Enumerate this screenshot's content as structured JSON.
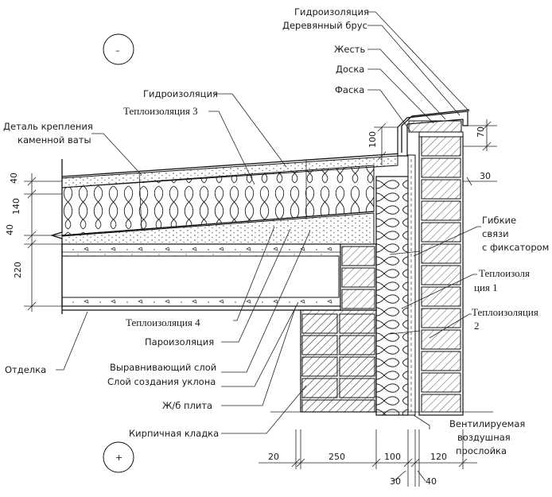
{
  "labels": {
    "top_gidro": "Гидроизоляция",
    "brus": "Деревянный брус",
    "zhest": "Жесть",
    "doska": "Доска",
    "faska": "Фаска",
    "roof_gidro": "Гидроизоляция",
    "teplo3": "Теплоизоляция 3",
    "detal_1": "Деталь крепления",
    "detal_2": "каменной ваты",
    "gibkie_1": "Гибкие",
    "gibkie_2": "связи",
    "gibkie_3": "с фиксатором",
    "teplo1_1": "Теплоизоля",
    "teplo1_2": "ция 1",
    "teplo2_1": "Теплоизоляция",
    "teplo2_2": "2",
    "teplo4": "Теплоизоляция 4",
    "paro": "Пароизоляция",
    "otdelka": "Отделка",
    "vyravn": "Выравнивающий слой",
    "uklon": "Слой создания уклона",
    "plita": "Ж/б плита",
    "kirpich": "Кирпичная кладка",
    "vent_1": "Вентилируемая",
    "vent_2": "воздушная",
    "vent_3": "прослойка",
    "minus": "–",
    "plus": "+"
  },
  "dimensions": {
    "left": [
      "40",
      "140",
      "40",
      "220"
    ],
    "parapet_h": "100",
    "parapet_70": "70",
    "parapet_30": "30",
    "bottom": [
      "20",
      "250",
      "100",
      "120"
    ],
    "bottom_sub": [
      "30",
      "40"
    ]
  }
}
